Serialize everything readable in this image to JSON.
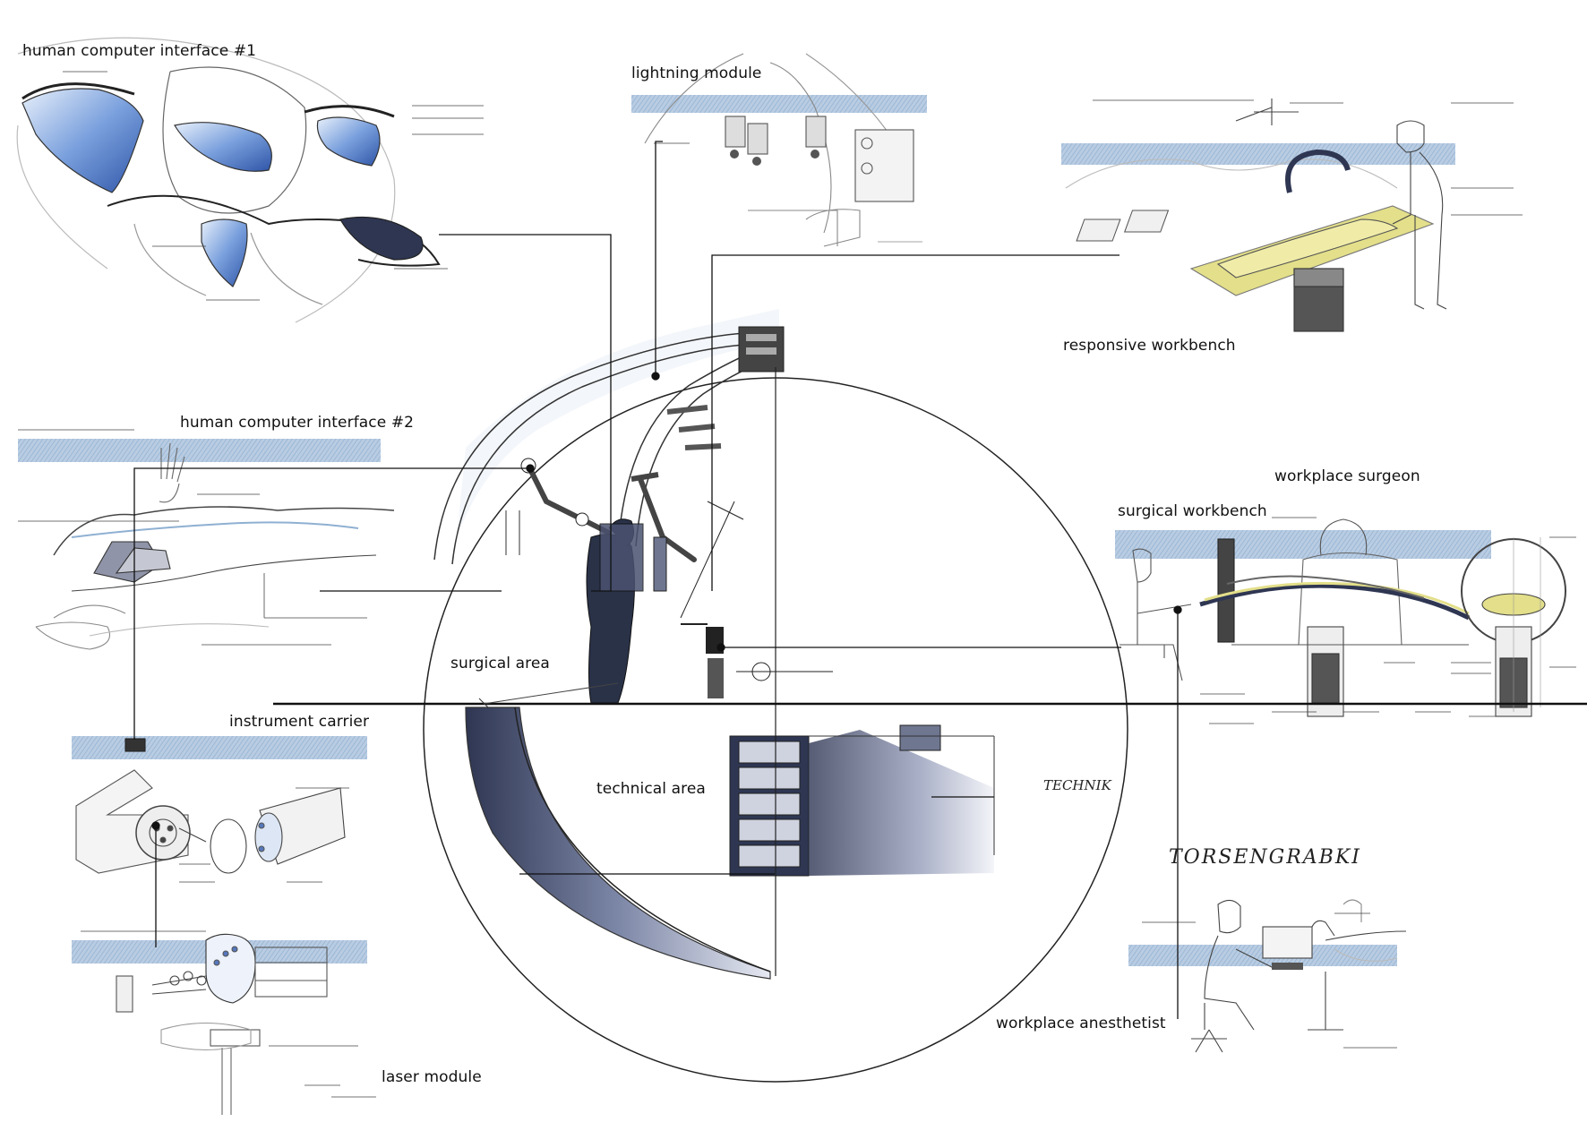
{
  "labels": {
    "hci1": "human computer interface #1",
    "lightning": "lightning module",
    "responsive": "responsive workbench",
    "hci2": "human computer interface #2",
    "workplace_surgeon": "workplace surgeon",
    "surgical_workbench": "surgical workbench",
    "surgical_area": "surgical area",
    "instrument_carrier": "instrument carrier",
    "technical_area": "technical area",
    "workplace_anesthetist": "workplace anesthetist",
    "laser_module": "laser module"
  },
  "sketch_words": {
    "technik": "TECHNIK",
    "signature": "TORSENGRABKI"
  },
  "colors": {
    "ink": "#1a1a1a",
    "blue_wash": "#a9c3dd",
    "dark_blue": "#2c3550",
    "yellow": "#e3df8a",
    "lens_blue": "#6f97d8"
  }
}
